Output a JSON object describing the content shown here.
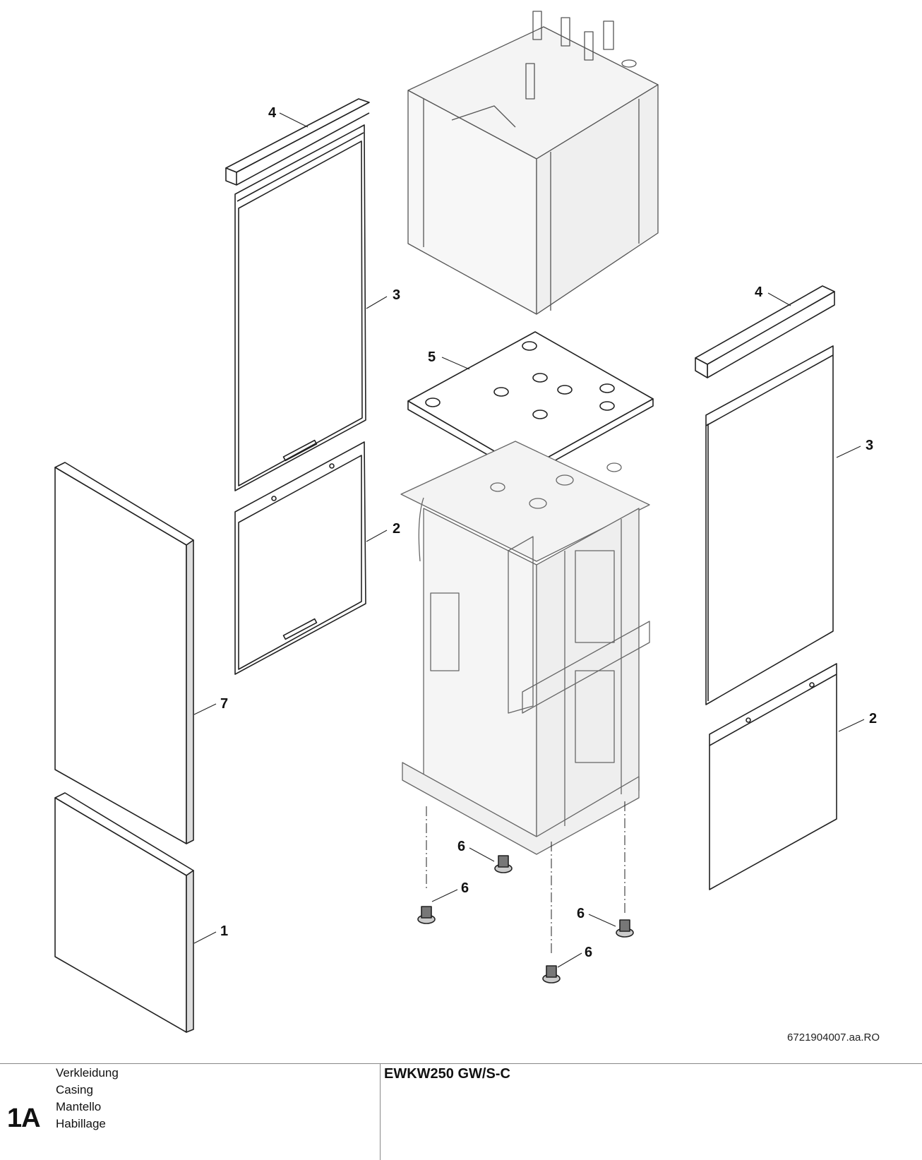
{
  "drawing": {
    "callouts": [
      {
        "id": "c4-left",
        "label": "4"
      },
      {
        "id": "c3-left",
        "label": "3"
      },
      {
        "id": "c2-left",
        "label": "2"
      },
      {
        "id": "c7",
        "label": "7"
      },
      {
        "id": "c1",
        "label": "1"
      },
      {
        "id": "c5",
        "label": "5"
      },
      {
        "id": "c6a",
        "label": "6"
      },
      {
        "id": "c6b",
        "label": "6"
      },
      {
        "id": "c6c",
        "label": "6"
      },
      {
        "id": "c6d",
        "label": "6"
      },
      {
        "id": "c4-right",
        "label": "4"
      },
      {
        "id": "c3-right",
        "label": "3"
      },
      {
        "id": "c2-right",
        "label": "2"
      }
    ],
    "drawing_code": "6721904007.aa.RO"
  },
  "footer": {
    "sheet_number": "1A",
    "titles": [
      "Verkleidung",
      "Casing",
      "Mantello",
      "Habillage"
    ],
    "model": "EWKW250 GW/S-C"
  }
}
